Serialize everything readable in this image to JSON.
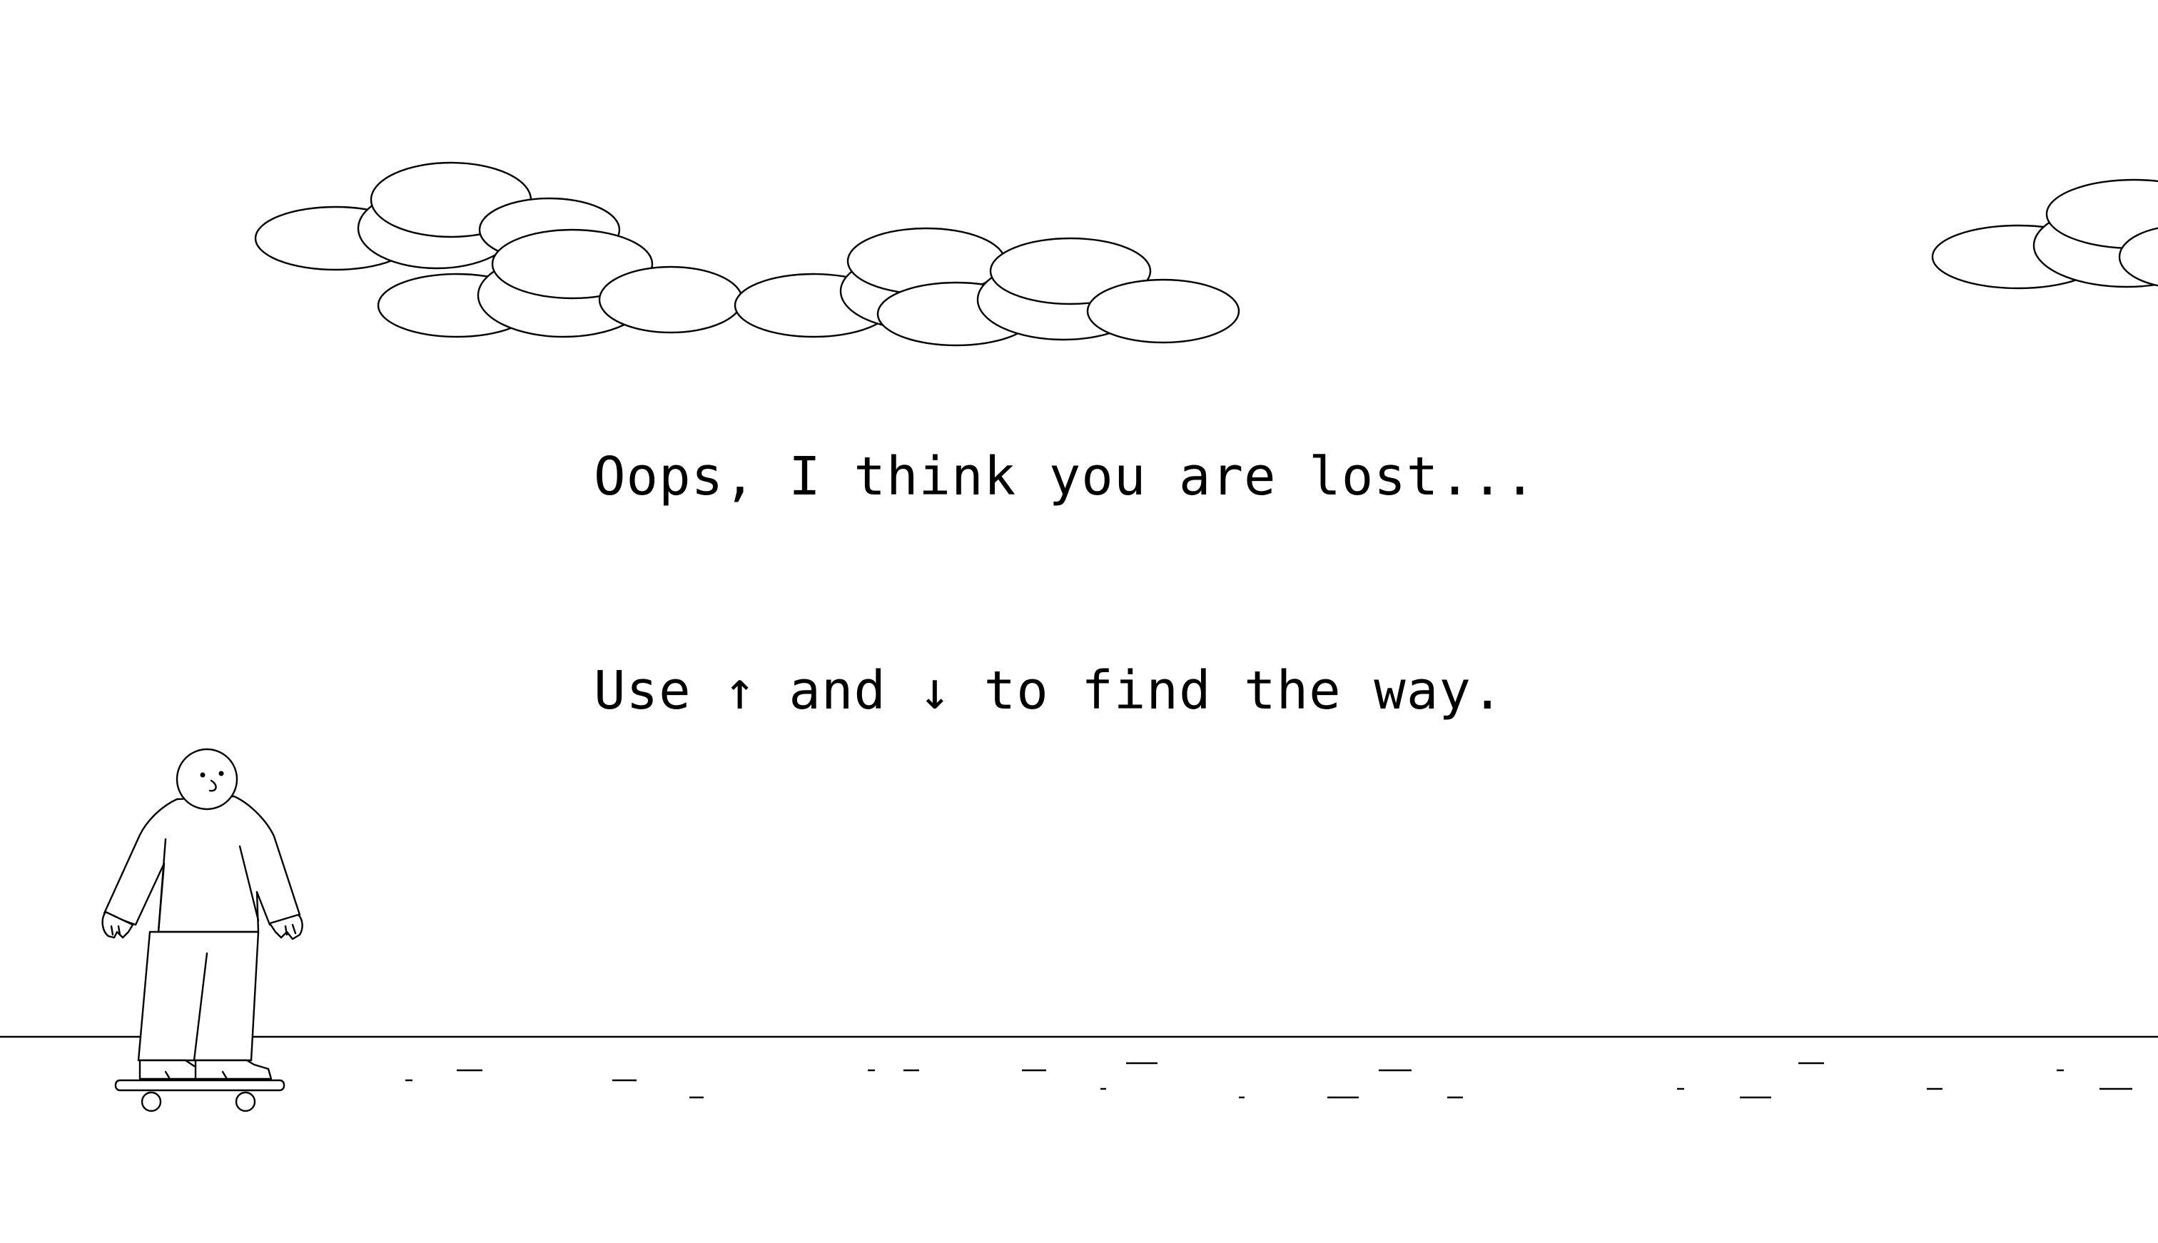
{
  "message": {
    "line1": "Oops, I think you are lost...",
    "line2_prefix": "Use ",
    "line2_up_key": "↑",
    "line2_middle": " and ",
    "line2_down_key": "↓",
    "line2_suffix": " to find the way."
  },
  "colors": {
    "background": "#ffffff",
    "ink": "#000000"
  },
  "icons": {
    "character": "skateboarder-character",
    "cloud": "cloud-icon",
    "skateboard": "skateboard-icon"
  }
}
